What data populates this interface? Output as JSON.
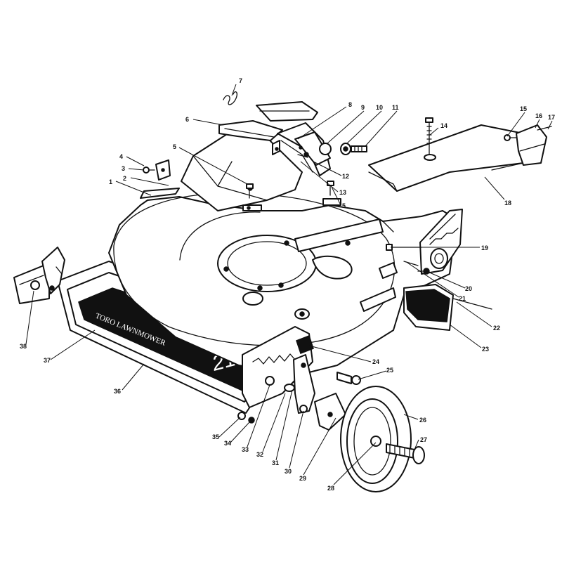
{
  "diagram": {
    "deck_decal_small": "TORO LAWNMOWER",
    "deck_decal_large": "21",
    "callouts": [
      {
        "id": "1",
        "label": "1"
      },
      {
        "id": "2",
        "label": "2"
      },
      {
        "id": "3",
        "label": "3"
      },
      {
        "id": "4",
        "label": "4"
      },
      {
        "id": "5a",
        "label": "5"
      },
      {
        "id": "5b",
        "label": "5"
      },
      {
        "id": "6",
        "label": "6"
      },
      {
        "id": "7",
        "label": "7"
      },
      {
        "id": "8",
        "label": "8"
      },
      {
        "id": "9",
        "label": "9"
      },
      {
        "id": "10",
        "label": "10"
      },
      {
        "id": "11",
        "label": "11"
      },
      {
        "id": "12",
        "label": "12"
      },
      {
        "id": "13",
        "label": "13"
      },
      {
        "id": "14",
        "label": "14"
      },
      {
        "id": "15",
        "label": "15"
      },
      {
        "id": "16",
        "label": "16"
      },
      {
        "id": "17",
        "label": "17"
      },
      {
        "id": "18",
        "label": "18"
      },
      {
        "id": "19",
        "label": "19"
      },
      {
        "id": "20",
        "label": "20"
      },
      {
        "id": "21",
        "label": "21"
      },
      {
        "id": "22",
        "label": "22"
      },
      {
        "id": "23",
        "label": "23"
      },
      {
        "id": "24",
        "label": "24"
      },
      {
        "id": "25",
        "label": "25"
      },
      {
        "id": "26",
        "label": "26"
      },
      {
        "id": "27",
        "label": "27"
      },
      {
        "id": "28",
        "label": "28"
      },
      {
        "id": "29",
        "label": "29"
      },
      {
        "id": "30",
        "label": "30"
      },
      {
        "id": "31",
        "label": "31"
      },
      {
        "id": "32",
        "label": "32"
      },
      {
        "id": "33",
        "label": "33"
      },
      {
        "id": "34",
        "label": "34"
      },
      {
        "id": "35",
        "label": "35"
      },
      {
        "id": "36",
        "label": "36"
      },
      {
        "id": "37",
        "label": "37"
      },
      {
        "id": "38",
        "label": "38"
      }
    ]
  }
}
